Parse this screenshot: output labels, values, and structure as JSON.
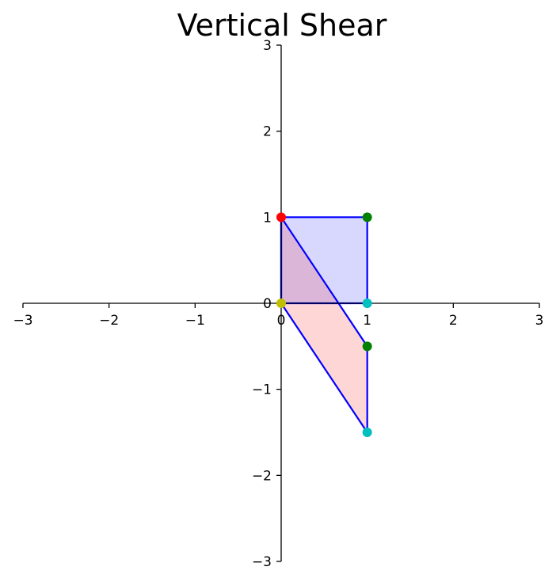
{
  "chart_data": {
    "type": "scatter",
    "title": "Vertical Shear",
    "xlabel": "",
    "ylabel": "",
    "xlim": [
      -3,
      3
    ],
    "ylim": [
      -3,
      3
    ],
    "xticks": [
      -3,
      -2,
      -1,
      0,
      1,
      2,
      3
    ],
    "yticks": [
      -3,
      -2,
      -1,
      0,
      1,
      2,
      3
    ],
    "grid": false,
    "axes_through_origin": true,
    "shapes": [
      {
        "id": "original-square",
        "points": [
          [
            0,
            0
          ],
          [
            1,
            0
          ],
          [
            1,
            1
          ],
          [
            0,
            1
          ]
        ],
        "fill": "#d8d8ff",
        "stroke": "#0000ff"
      },
      {
        "id": "sheared-parallelogram",
        "points": [
          [
            0,
            0
          ],
          [
            1,
            -1.5
          ],
          [
            1,
            -0.5
          ],
          [
            0,
            1
          ]
        ],
        "fill": "#ffd6d6",
        "stroke": "#0000ff"
      }
    ],
    "overlap_fill": "#dbb6d8",
    "series": [
      {
        "points": [
          [
            0,
            0
          ]
        ],
        "color": "#bfbf00"
      },
      {
        "points": [
          [
            1,
            0
          ],
          [
            1,
            -1.5
          ]
        ],
        "color": "#00bfbf"
      },
      {
        "points": [
          [
            1,
            1
          ],
          [
            1,
            -0.5
          ]
        ],
        "color": "#008000"
      },
      {
        "points": [
          [
            0,
            1
          ]
        ],
        "color": "#ff0000"
      }
    ]
  }
}
